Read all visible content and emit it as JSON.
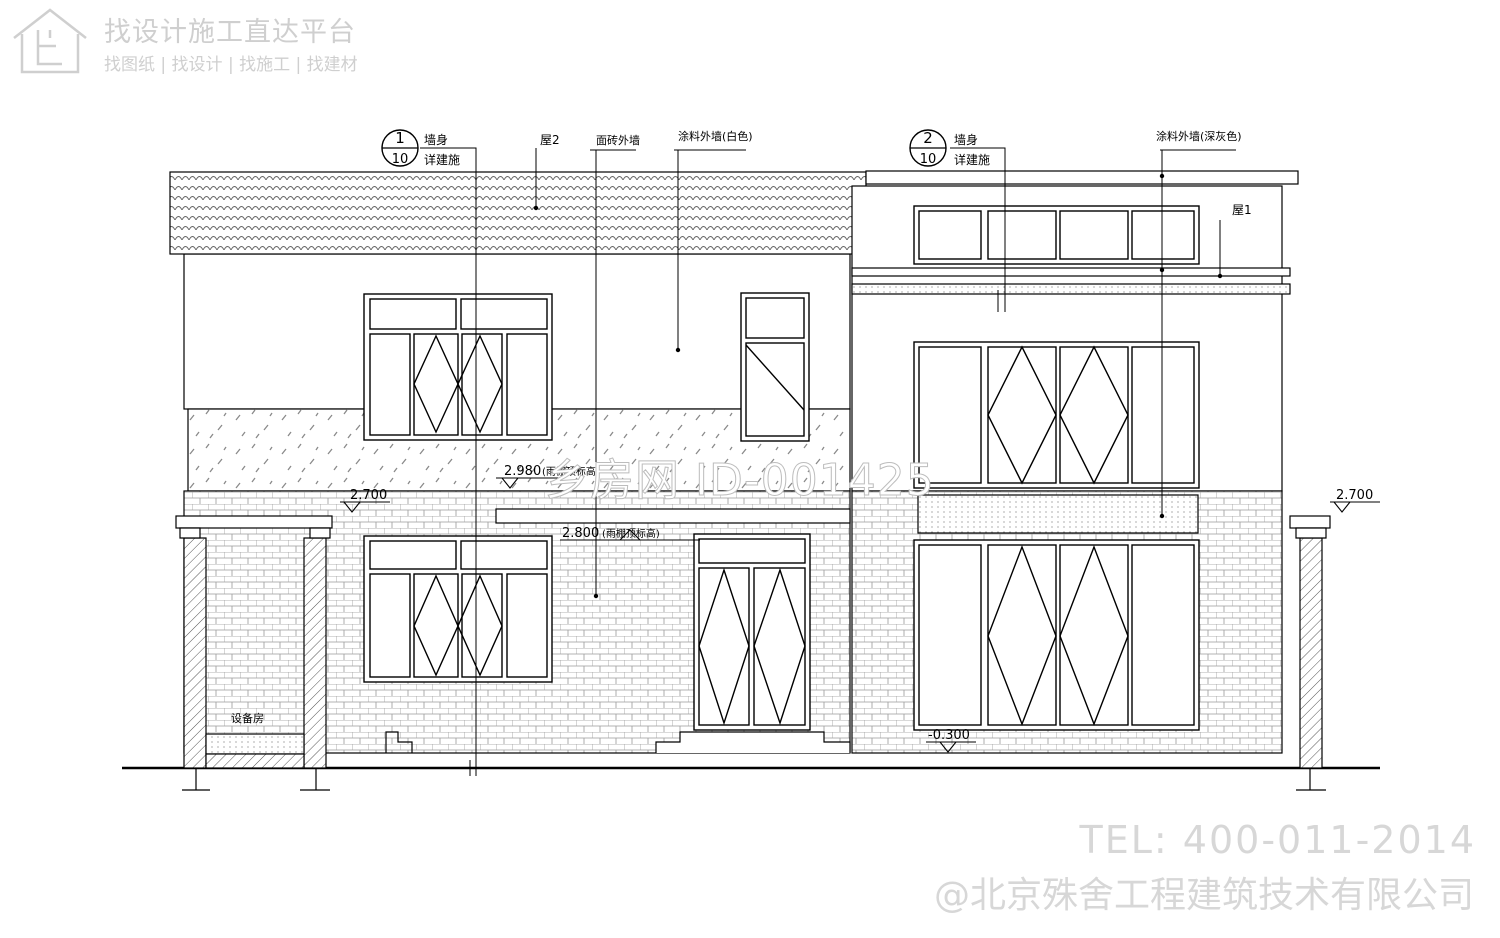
{
  "watermark": {
    "title": "找设计施工直达平台",
    "subtitle": "找图纸 | 找设计 | 找施工 | 找建材",
    "center_id": "乡房网 ID-001425",
    "tel": "TEL: 400-011-2014",
    "company": "@北京殊舍工程建筑技术有限公司"
  },
  "callouts": {
    "detail1": {
      "number": "1",
      "sheet": "10",
      "line1": "墙身",
      "line2": "详建施"
    },
    "detail2": {
      "number": "2",
      "sheet": "10",
      "line1": "墙身",
      "line2": "详建施"
    },
    "roof2": "屋2",
    "roof1": "屋1",
    "tile_wall": "面砖外墙",
    "paint_white": "涂料外墙(白色)",
    "paint_gray": "涂料外墙(深灰色)",
    "equipment_room": "设备房"
  },
  "elevations": {
    "e2980": "2.980",
    "e2980_note": "(雨棚顶标高)",
    "e2800": "2.800",
    "e2800_note": "(雨棚顶标高)",
    "e2700_left": "2.700",
    "e2700_right": "2.700",
    "e_neg300": "-0.300"
  },
  "colors": {
    "line": "#000000",
    "watermark": "#cfcfcf"
  }
}
